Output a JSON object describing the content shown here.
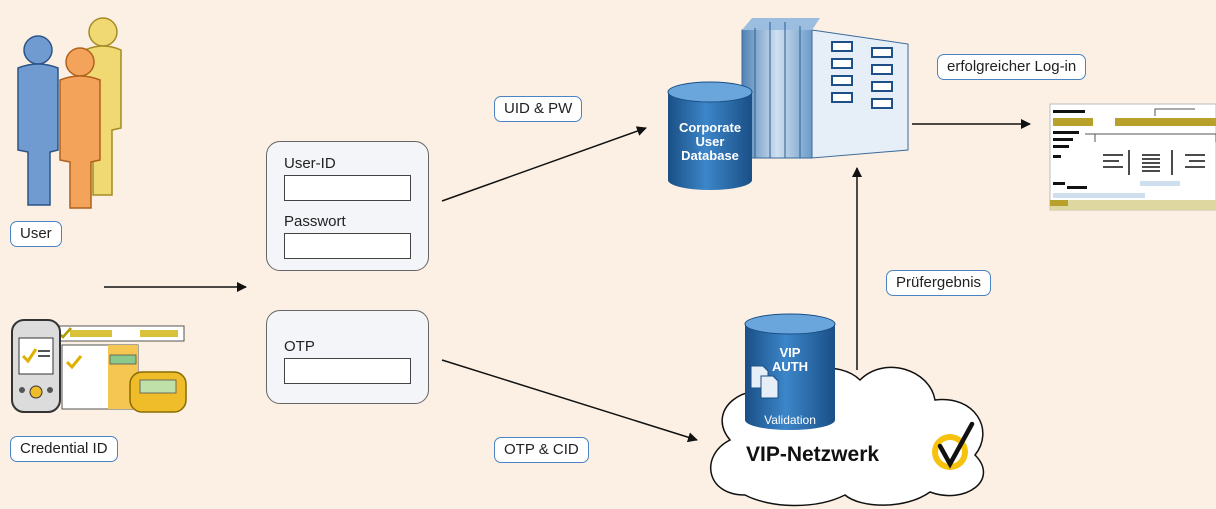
{
  "labels": {
    "user": "User",
    "credential_id": "Credential ID",
    "uid_pw": "UID & PW",
    "otp_cid": "OTP & CID",
    "success": "erfolgreicher Log-in",
    "result": "Prüfergebnis"
  },
  "login_form": {
    "userid_label": "User-ID",
    "password_label": "Passwort"
  },
  "otp_form": {
    "otp_label": "OTP"
  },
  "corporate_db": {
    "line1": "Corporate",
    "line2": "User",
    "line3": "Database"
  },
  "vip_auth": {
    "line1": "VIP",
    "line2": "AUTH",
    "validation": "Validation"
  },
  "network": {
    "title": "VIP-Netzwerk"
  },
  "colors": {
    "background": "#fbf0e3",
    "tag_border": "#4a84c4",
    "db_blue": "#1f5f9e",
    "olive": "#b8a12a"
  }
}
